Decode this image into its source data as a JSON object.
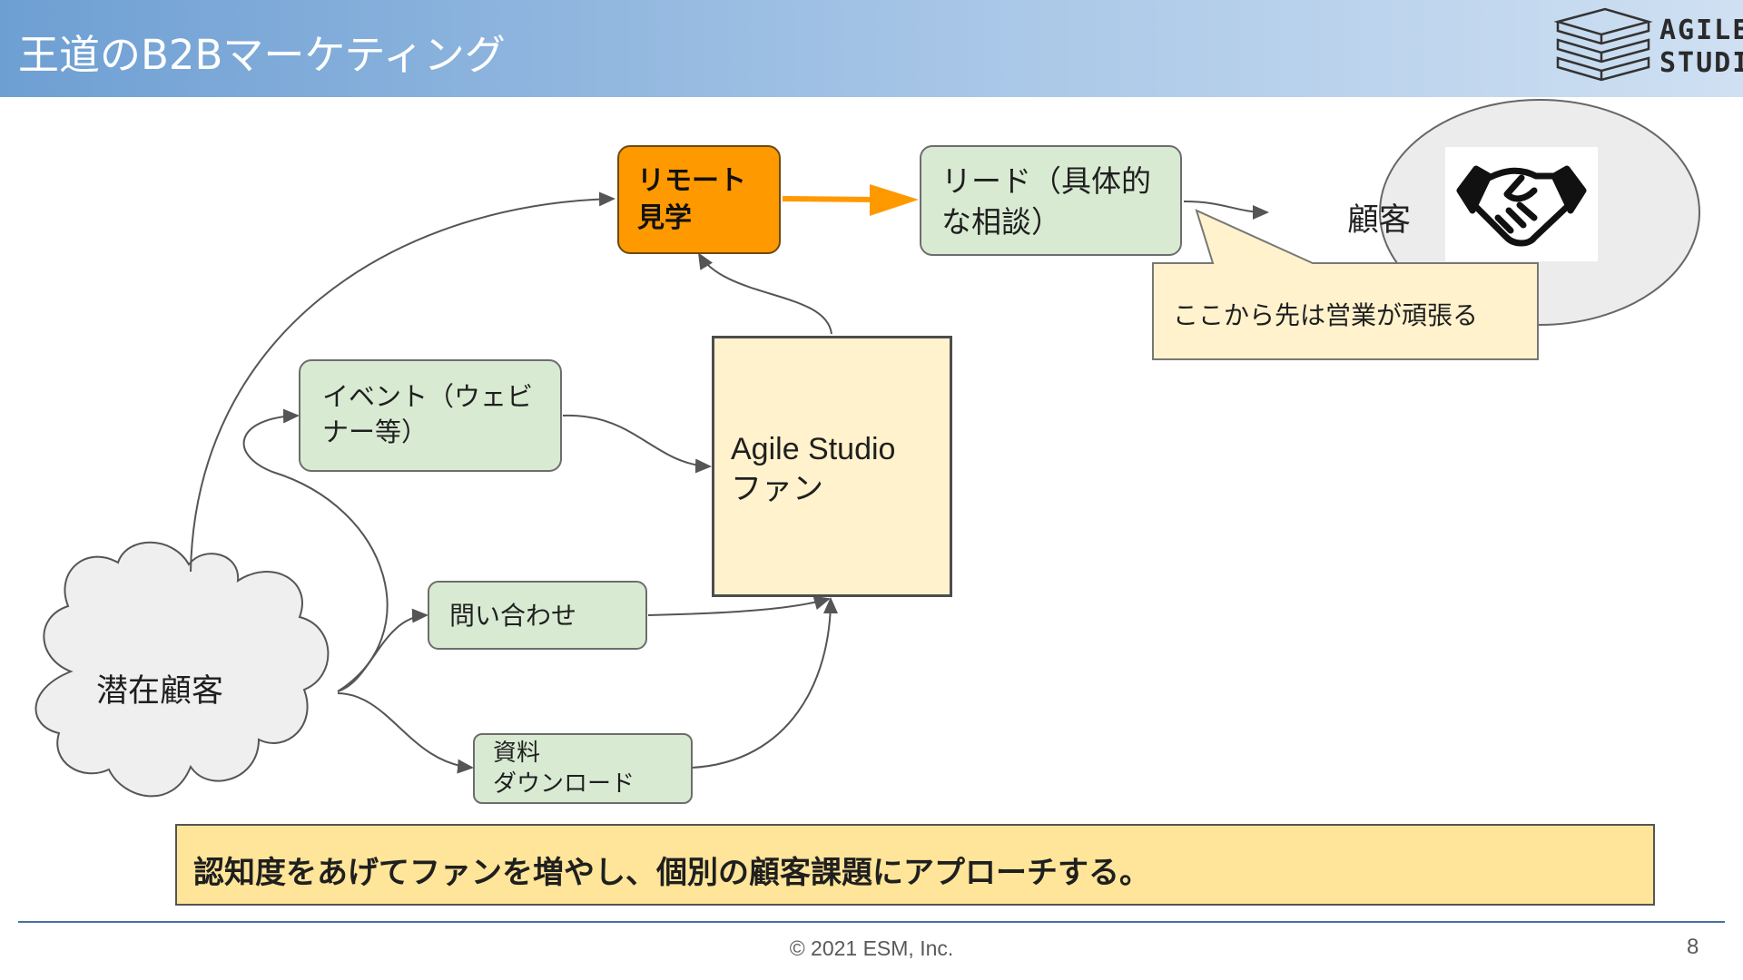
{
  "slide": {
    "title": "王道のB2Bマーケティング",
    "page_number": "8",
    "copyright": "© 2021 ESM, Inc."
  },
  "logo": {
    "line1": "AGILE",
    "line2": "STUDIO"
  },
  "nodes": {
    "potential_customer": "潜在顧客",
    "remote_tour": "リモート\n見学",
    "lead": "リード（具体的\nな相談）",
    "customer": "顧客",
    "event": "イベント（ウェビ\nナー等）",
    "fan": "Agile Studio\nファン",
    "inquiry": "問い合わせ",
    "download": "資料\nダウンロード"
  },
  "callout": "ここから先は営業が頑張る",
  "banner": "認知度をあげてファンを増やし、個別の顧客課題にアプローチする。",
  "icons": {
    "customer_icon": "handshake-icon"
  },
  "colors": {
    "header_start": "#6e9fd3",
    "orange": "#ff9900",
    "green_box": "#d9ead3",
    "yellow_box": "#fff2cc",
    "banner": "#ffe599"
  }
}
